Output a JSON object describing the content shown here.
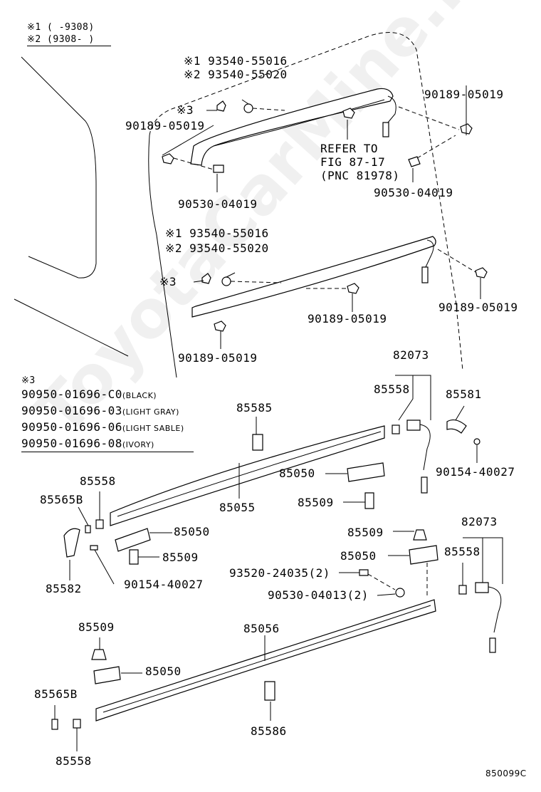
{
  "header": {
    "note1": "※1 (    -9308)",
    "note2": "※2 (9308-     )"
  },
  "parts": {
    "p93540_a1": "※1 93540-55016",
    "p93540_a2": "※2 93540-55020",
    "x3_a": "※3",
    "p90189_a": "90189-05019",
    "p90530_a": "90530-04019",
    "p90189_b": "90189-05019",
    "refer1": "REFER TO",
    "refer2": "FIG 87-17",
    "refer3": "(PNC 81978)",
    "p90530_b": "90530-04019",
    "p93540_b1": "※1 93540-55016",
    "p93540_b2": "※2 93540-55020",
    "x3_b": "※3",
    "p90189_c": "90189-05019",
    "p90189_d": "90189-05019",
    "p90189_e": "90189-05019",
    "p82073_a": "82073",
    "p85558_a": "85558",
    "p85581": "85581",
    "p85585": "85585",
    "p90154_a": "90154-40027",
    "p85050_a": "85050",
    "p85055": "85055",
    "p85509_a": "85509",
    "p85558_b": "85558",
    "p85565b_a": "85565B",
    "p85050_b": "85050",
    "p85509_b": "85509",
    "p85582": "85582",
    "p90154_b": "90154-40027",
    "p85509_c": "85509",
    "p85050_c": "85050",
    "p93520": "93520-24035(2)",
    "p90530_c": "90530-04013(2)",
    "p82073_b": "82073",
    "p85558_c": "85558",
    "p85509_d": "85509",
    "p85056": "85056",
    "p85050_d": "85050",
    "p85565b_b": "85565B",
    "p85586": "85586",
    "p85558_d": "85558"
  },
  "legend": {
    "title": "※3",
    "rows": [
      {
        "code": "90950-01696-C0",
        "color": "(BLACK)"
      },
      {
        "code": "90950-01696-03",
        "color": "(LIGHT GRAY)"
      },
      {
        "code": "90950-01696-06",
        "color": "(LIGHT SABLE)"
      },
      {
        "code": "90950-01696-08",
        "color": "(IVORY)"
      }
    ]
  },
  "footer": {
    "diagram_id": "850099C"
  },
  "watermark": "ToyotaCarMine.ru"
}
